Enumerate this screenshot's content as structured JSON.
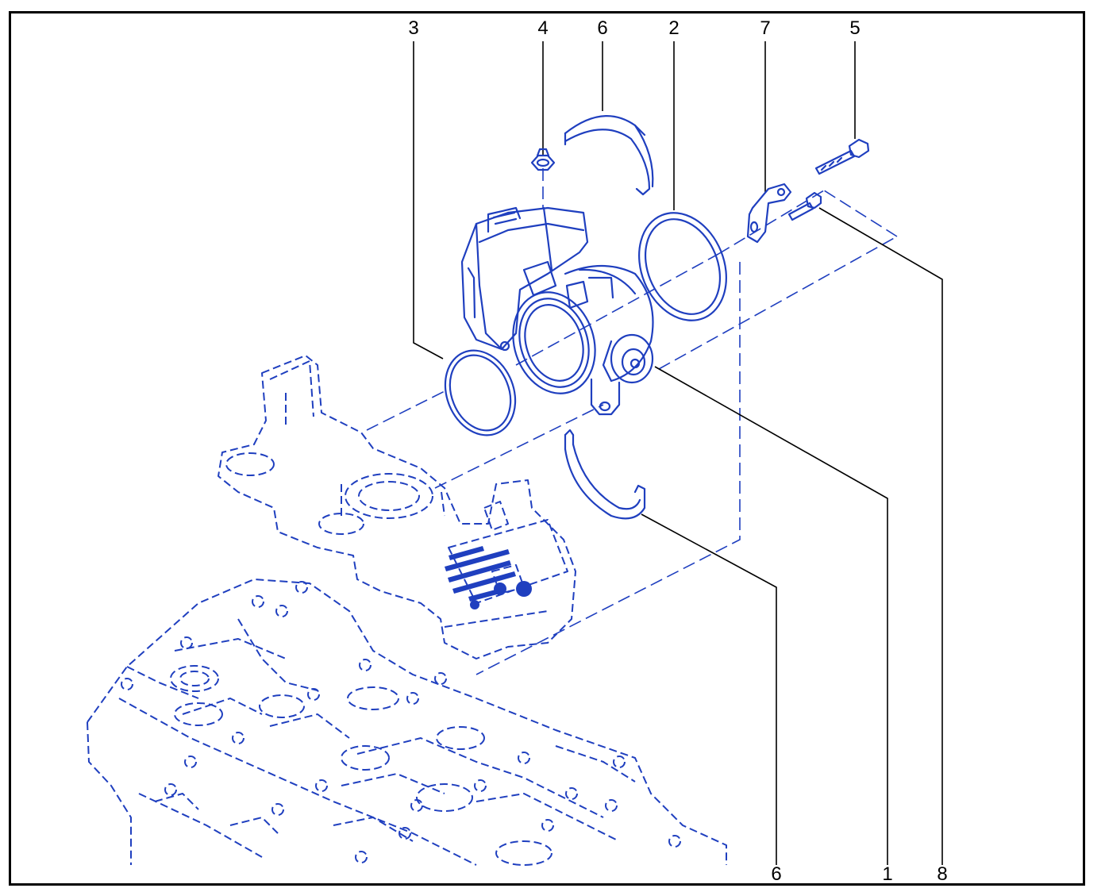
{
  "colors": {
    "line": "#1f3fbf",
    "leader": "#000000",
    "frame": "#000000"
  },
  "callouts": [
    {
      "id": "c3",
      "label": "3"
    },
    {
      "id": "c4",
      "label": "4"
    },
    {
      "id": "c6a",
      "label": "6"
    },
    {
      "id": "c2",
      "label": "2"
    },
    {
      "id": "c7",
      "label": "7"
    },
    {
      "id": "c5",
      "label": "5"
    },
    {
      "id": "c6b",
      "label": "6"
    },
    {
      "id": "c1",
      "label": "1"
    },
    {
      "id": "c8",
      "label": "8"
    }
  ]
}
